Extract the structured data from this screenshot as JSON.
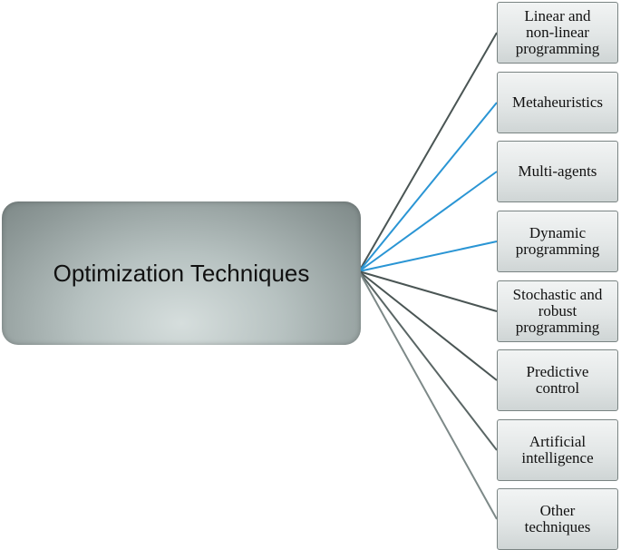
{
  "root": {
    "label": "Optimization Techniques"
  },
  "children": [
    {
      "label": "Linear and\nnon-linear\nprogramming",
      "connector_color": "#4a5554"
    },
    {
      "label": "Metaheuristics",
      "connector_color": "#2a95d4"
    },
    {
      "label": "Multi-agents",
      "connector_color": "#2a95d4"
    },
    {
      "label": "Dynamic\nprogramming",
      "connector_color": "#2a95d4"
    },
    {
      "label": "Stochastic and\nrobust\nprogramming",
      "connector_color": "#4a5554"
    },
    {
      "label": "Predictive\ncontrol",
      "connector_color": "#4a5554"
    },
    {
      "label": "Artificial\nintelligence",
      "connector_color": "#5a6665"
    },
    {
      "label": "Other\ntechniques",
      "connector_color": "#7d8988"
    }
  ]
}
